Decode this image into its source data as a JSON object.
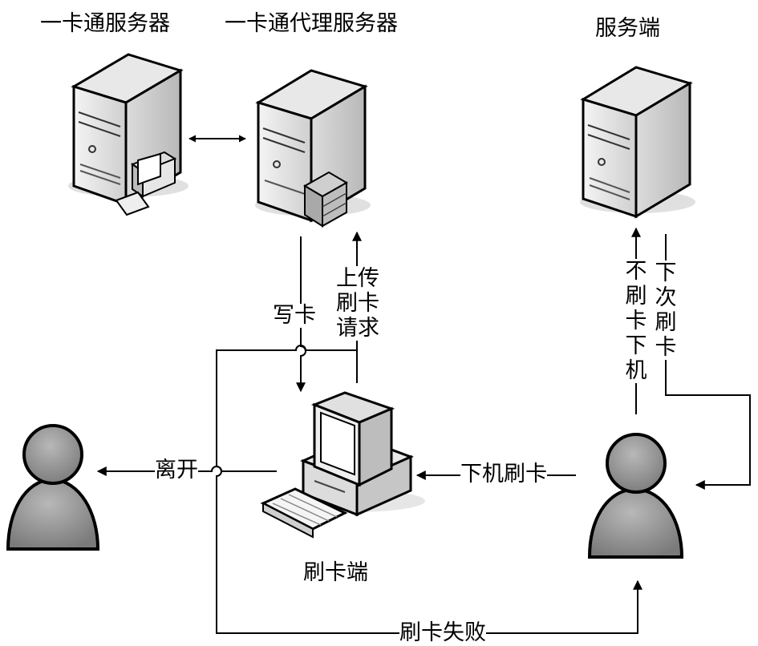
{
  "nodes": {
    "card_server": "一卡通服务器",
    "proxy_server": "一卡通代理服务器",
    "service_end": "服务端",
    "terminal": "刷卡端"
  },
  "edges": {
    "write_card": "写卡",
    "upload_request": "上传刷卡请求",
    "leave": "离开",
    "logoff_swipe": "下机刷卡",
    "no_swipe_logoff": "不刷卡下机",
    "next_swipe": "下次刷卡",
    "swipe_failed": "刷卡失败"
  }
}
